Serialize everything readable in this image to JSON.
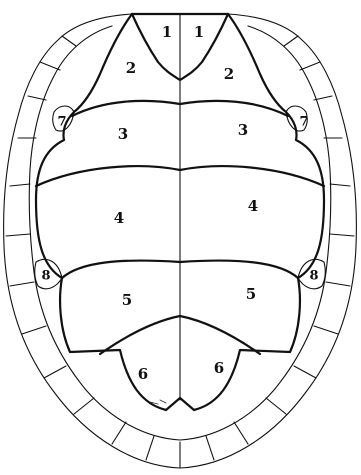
{
  "plastron": {
    "labels": [
      {
        "id": "left-1",
        "text": "1"
      },
      {
        "id": "right-1",
        "text": "1"
      },
      {
        "id": "left-2",
        "text": "2"
      },
      {
        "id": "right-2",
        "text": "2"
      },
      {
        "id": "left-3",
        "text": "3"
      },
      {
        "id": "right-3",
        "text": "3"
      },
      {
        "id": "left-4",
        "text": "4"
      },
      {
        "id": "right-4",
        "text": "4"
      },
      {
        "id": "left-5",
        "text": "5"
      },
      {
        "id": "right-5",
        "text": "5"
      },
      {
        "id": "left-6",
        "text": "6"
      },
      {
        "id": "right-6",
        "text": "6"
      },
      {
        "id": "left-7",
        "text": "7"
      },
      {
        "id": "right-7",
        "text": "7"
      },
      {
        "id": "left-8",
        "text": "8"
      },
      {
        "id": "right-8",
        "text": "8"
      }
    ]
  }
}
